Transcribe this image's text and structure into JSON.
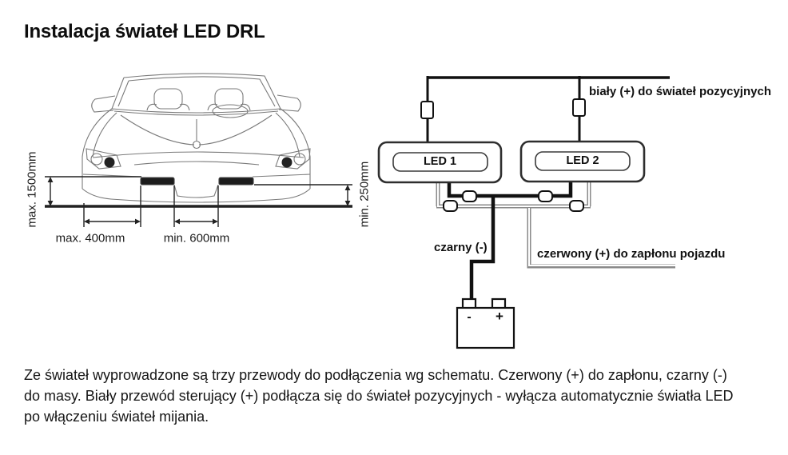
{
  "title": "Instalacja świateł LED DRL",
  "car_diagram": {
    "max_height_label": "max. 1500mm",
    "min_height_label": "min. 250mm",
    "max_side_distance_label": "max. 400mm",
    "min_center_distance_label": "min. 600mm"
  },
  "wiring_diagram": {
    "led1_label": "LED 1",
    "led2_label": "LED 2",
    "white_wire_label": "biały (+) do świateł pozycyjnych",
    "black_wire_label": "czarny (-)",
    "red_wire_label": "czerwony (+) do zapłonu pojazdu",
    "battery": {
      "minus_label": "-",
      "plus_label": "+"
    },
    "colors": {
      "wire_black": "#111111",
      "wire_gray": "#8a8a8a"
    }
  },
  "description_lines": {
    "line1": "Ze świateł wyprowadzone są trzy przewody do podłączenia wg schematu. Czerwony (+) do zapłonu, czarny (-)",
    "line2": "do masy. Biały przewód sterujący (+) podłącza się do świateł pozycyjnych - wyłącza automatycznie światła LED",
    "line3": "po włączeniu świateł mijania."
  }
}
